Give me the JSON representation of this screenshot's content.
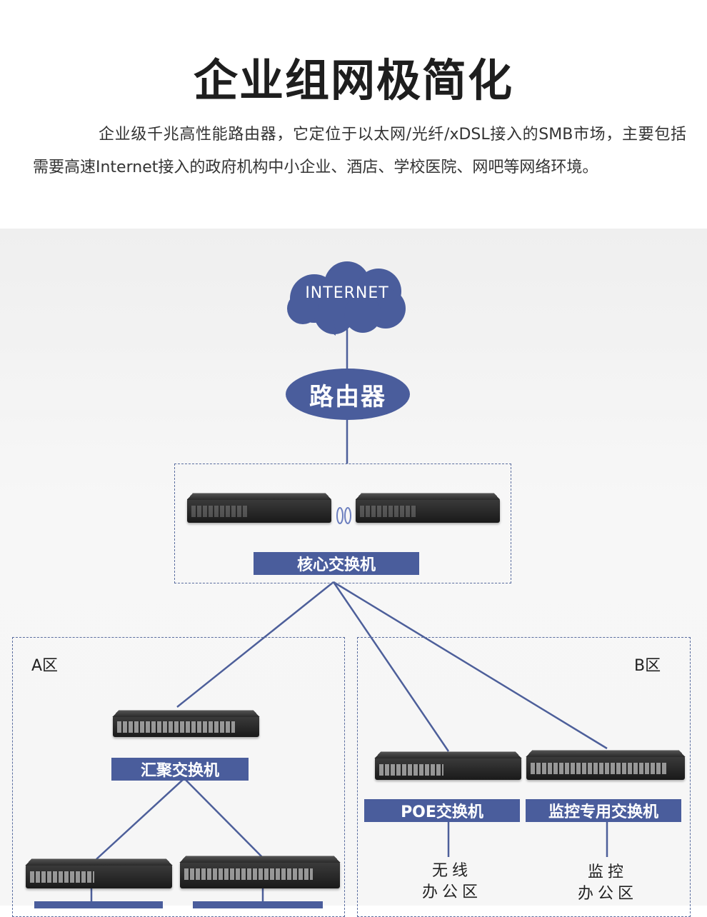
{
  "title": "企业组网极简化",
  "intro": "企业级千兆高性能路由器，它定位于以太网/光纤/xDSL接入的SMB市场，主要包括需要高速Internet接入的政府机构中小企业、酒店、学校医院、网吧等网络环境。",
  "diagram": {
    "internet": "INTERNET",
    "router": "路由器",
    "core_switch": "核心交换机",
    "zone_a": "A区",
    "zone_b": "B区",
    "aggregation_switch": "汇聚交换机",
    "poe_switch": "POE交换机",
    "monitor_switch": "监控专用交换机",
    "wireless_office_1": "无线",
    "wireless_office_2": "办公区",
    "monitor_office_1": "监控",
    "monitor_office_2": "办公区",
    "accent": "#4a5d9c"
  }
}
